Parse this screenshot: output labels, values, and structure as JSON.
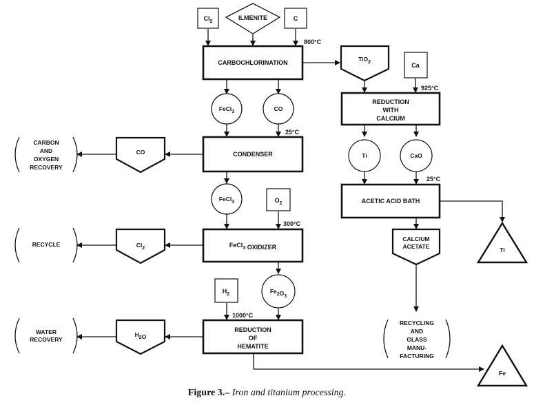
{
  "inputs": {
    "cl2": "Cl2",
    "ilmenite": "ILMENITE",
    "c": "C",
    "ca": "Ca",
    "o2": "O2",
    "h2": "H2"
  },
  "processes": {
    "carbochlorination": [
      "CARBOCHLORINATION"
    ],
    "condenser": [
      "CONDENSER"
    ],
    "fecl3_oxidizer": [
      "FeCl3 OXIDIZER"
    ],
    "reduction_hematite": [
      "REDUCTION",
      "OF",
      "HEMATITE"
    ],
    "reduction_calcium": [
      "REDUCTION",
      "WITH",
      "CALCIUM"
    ],
    "acetic_acid_bath": [
      "ACETIC ACID BATH"
    ]
  },
  "intermediates": {
    "fecl3_a": "FeCl3",
    "co_a": "CO",
    "fecl3_b": "FeCl3",
    "fe2o3": "Fe2O3",
    "ti": "Ti",
    "cao": "CaO"
  },
  "byproducts": {
    "co": "CO",
    "cl2": "Cl2",
    "h2o": "H2O",
    "tio2": "TiO2",
    "calcium_acetate": [
      "CALCIUM",
      "ACETATE"
    ]
  },
  "destinations": {
    "carbon_oxygen": [
      "CARBON",
      "AND",
      "OXYGEN",
      "RECOVERY"
    ],
    "recycle": [
      "RECYCLE"
    ],
    "water": [
      "WATER",
      "RECOVERY"
    ],
    "glass": [
      "RECYCLING",
      "AND",
      "GLASS",
      "MANU-",
      "FACTURING"
    ]
  },
  "products": {
    "ti": "Ti",
    "fe": "Fe"
  },
  "temperatures": {
    "carbochlorination": "800°C",
    "condenser": "25°C",
    "oxidizer": "300°C",
    "reduction_hematite": "1000°C",
    "reduction_calcium": "925°C",
    "acetic_acid_bath": "25°C"
  },
  "caption": {
    "label": "Figure 3.–",
    "text": "Iron and titanium processing."
  }
}
